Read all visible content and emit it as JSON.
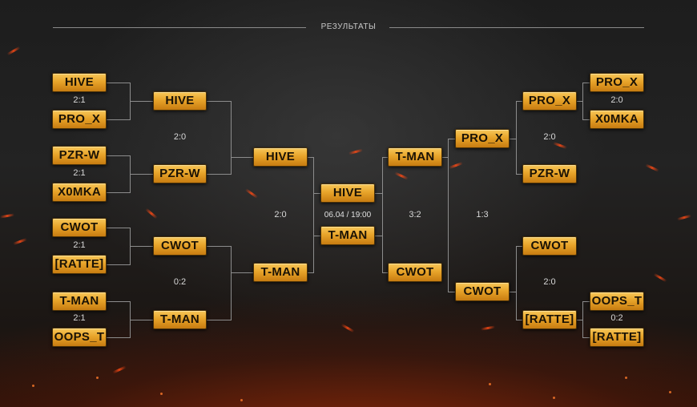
{
  "header": {
    "title": "РЕЗУЛЬТАТЫ"
  },
  "colors": {
    "team_box": "#e8a42a",
    "lines": "#8c8c8c",
    "background": "#1d1d1d"
  },
  "left": {
    "round1": [
      {
        "team_a": "HIVE",
        "team_b": "PRO_X",
        "score": "2:1"
      },
      {
        "team_a": "PZR-W",
        "team_b": "X0MKA",
        "score": "2:1"
      },
      {
        "team_a": "CWOT",
        "team_b": "[RATTE]",
        "score": "2:1"
      },
      {
        "team_a": "T-MAN",
        "team_b": "OOPS_T",
        "score": "2:1"
      }
    ],
    "round2": [
      {
        "team_a": "HIVE",
        "team_b": "PZR-W",
        "score": "2:0"
      },
      {
        "team_a": "CWOT",
        "team_b": "T-MAN",
        "score": "0:2"
      }
    ],
    "semifinal": {
      "team_a": "HIVE",
      "team_b": "T-MAN",
      "score": "2:0"
    }
  },
  "final": {
    "team_a": "HIVE",
    "team_b": "T-MAN",
    "date": "06.04 / 19:00"
  },
  "right": {
    "semifinal": {
      "team_a": "T-MAN",
      "team_b": "CWOT",
      "score": "3:2"
    },
    "round3": {
      "team_a": "PRO_X",
      "team_b": "CWOT",
      "score": "1:3"
    },
    "round2": [
      {
        "team_a": "PRO_X",
        "team_b": "PZR-W",
        "score": "2:0"
      },
      {
        "team_a": "CWOT",
        "team_b": "[RATTE]",
        "score": "2:0"
      }
    ],
    "round1": [
      {
        "team_a": "PRO_X",
        "team_b": "X0MKA",
        "score": "2:0"
      },
      {
        "team_a": "OOPS_T",
        "team_b": "[RATTE]",
        "score": "0:2"
      }
    ]
  }
}
